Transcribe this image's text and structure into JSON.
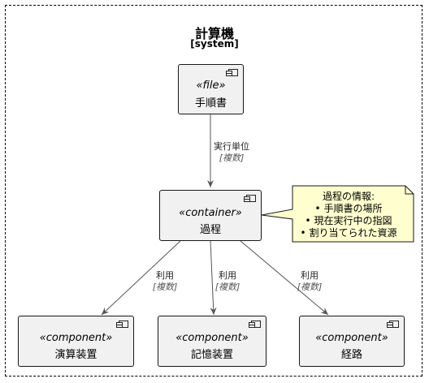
{
  "system": {
    "title": "計算機",
    "subtitle": "[system]"
  },
  "nodes": {
    "file": {
      "stereotype": "«file»",
      "name": "手順書"
    },
    "container": {
      "stereotype": "«container»",
      "name": "過程"
    },
    "comp1": {
      "stereotype": "«component»",
      "name": "演算装置"
    },
    "comp2": {
      "stereotype": "«component»",
      "name": "記憶装置"
    },
    "comp3": {
      "stereotype": "«component»",
      "name": "経路"
    }
  },
  "edges": {
    "file_container": {
      "label": "実行単位",
      "multiplicity": "[複数]"
    },
    "to_comp1": {
      "label": "利用",
      "multiplicity": "[複数]"
    },
    "to_comp2": {
      "label": "利用",
      "multiplicity": "[複数]"
    },
    "to_comp3": {
      "label": "利用",
      "multiplicity": "[複数]"
    }
  },
  "note": {
    "title": "過程の情報:",
    "items": [
      "• 手順書の場所",
      "• 現在実行中の指図",
      "• 割り当てられた資源"
    ]
  },
  "colors": {
    "box_fill": "#f1f1f1",
    "note_fill": "#fefece",
    "line": "#181818",
    "arrow": "#555555"
  }
}
